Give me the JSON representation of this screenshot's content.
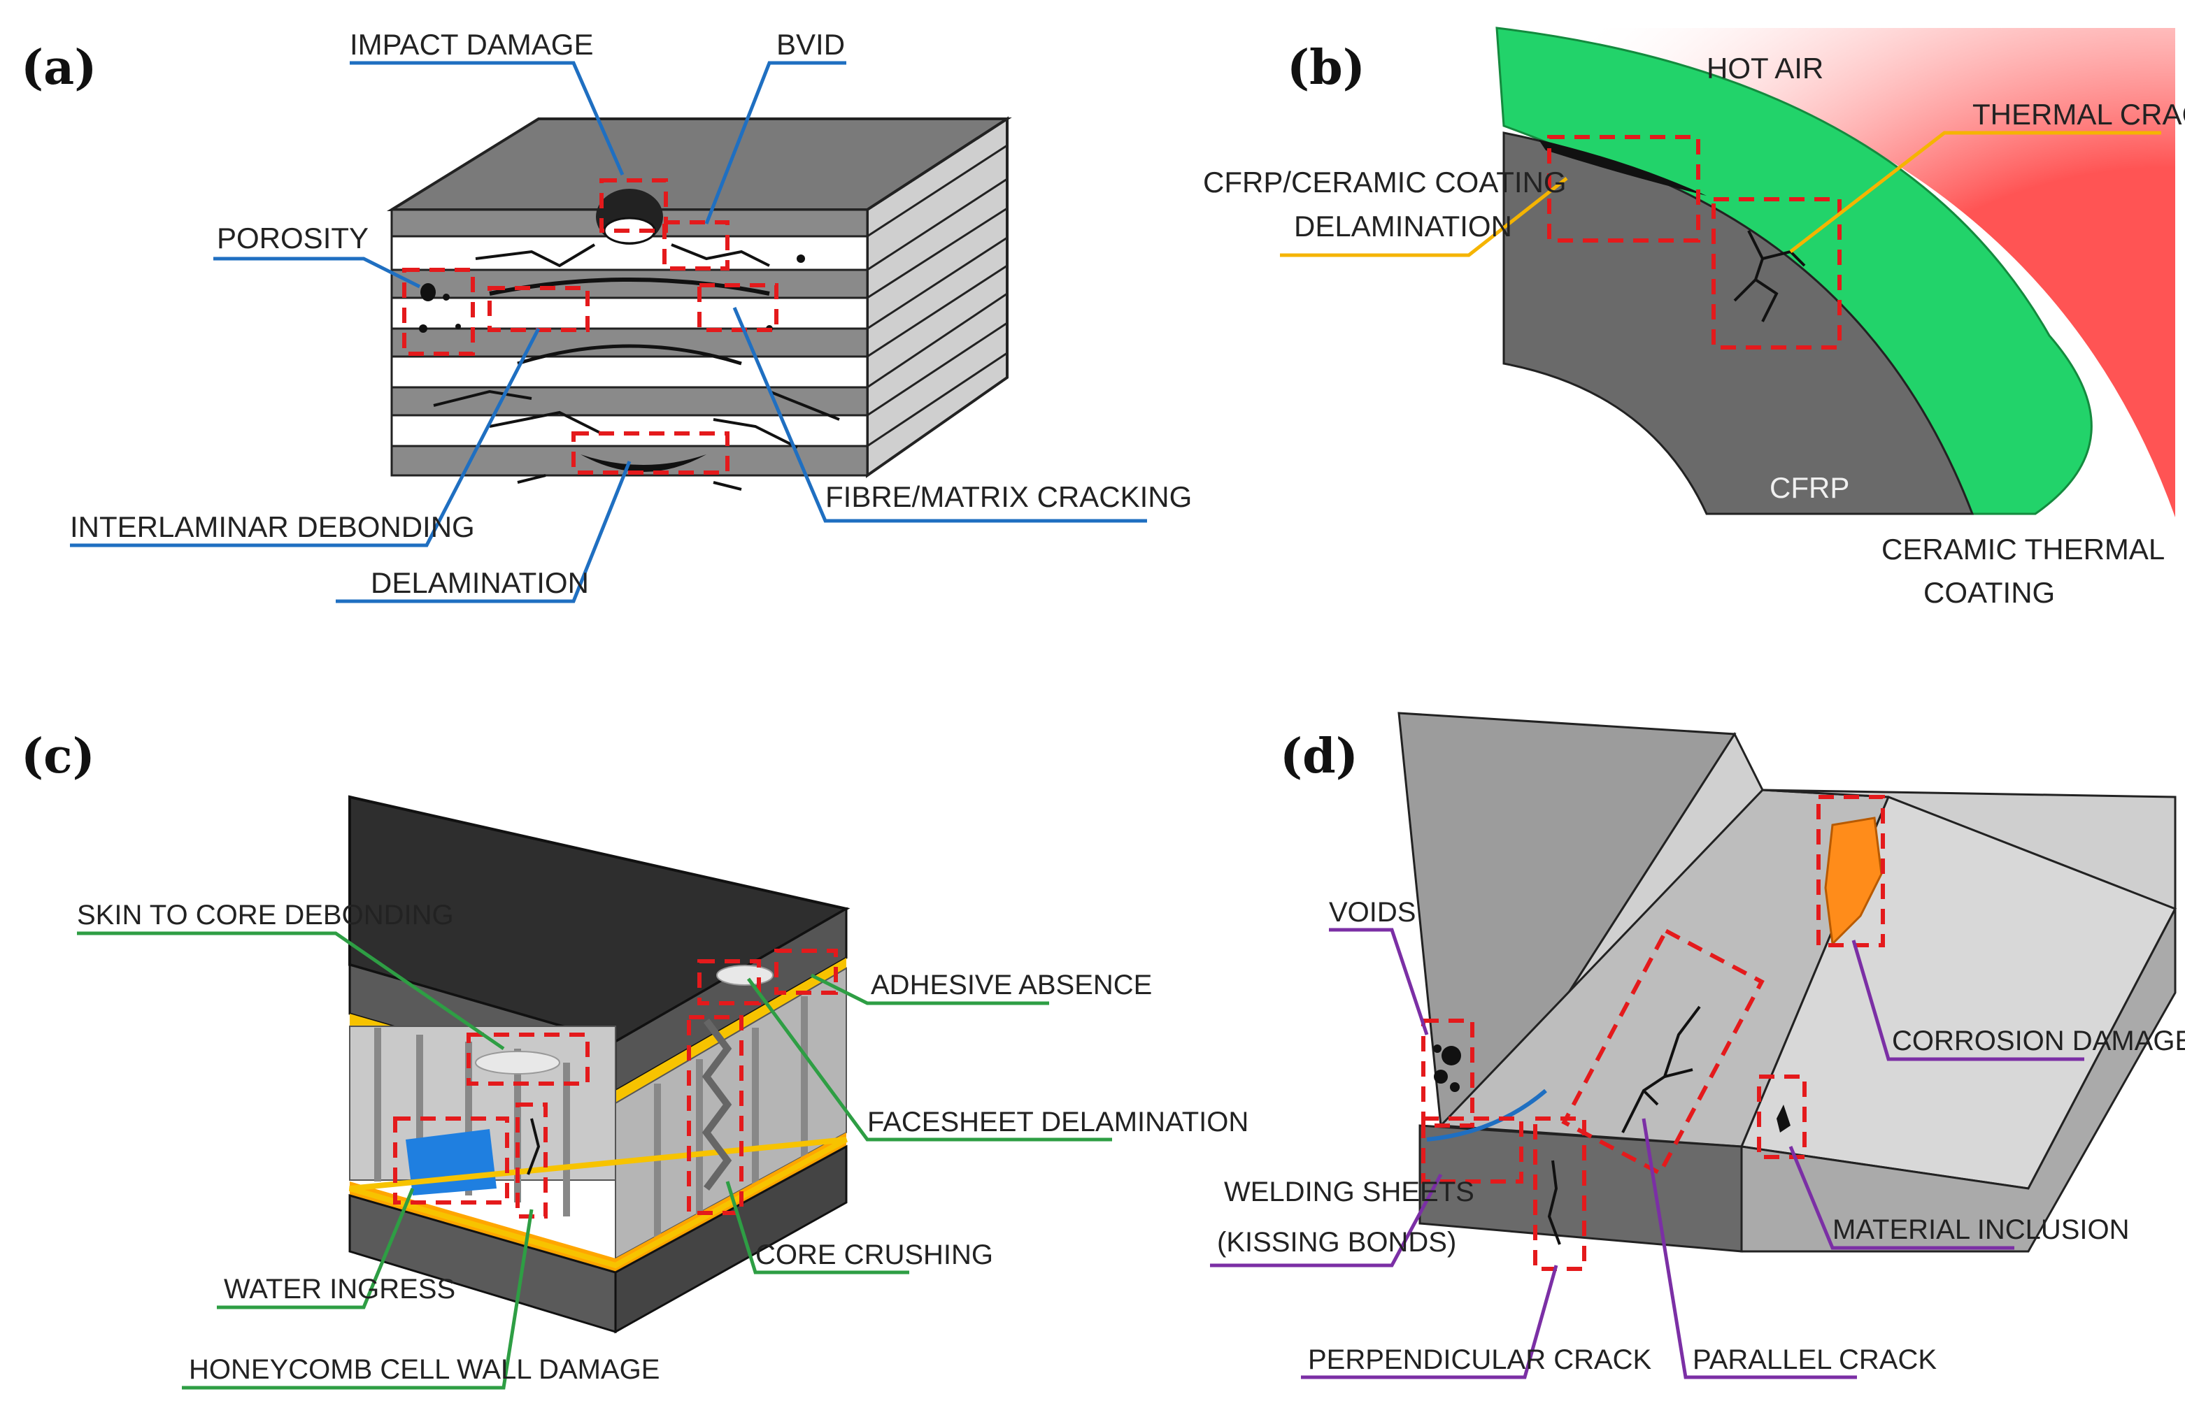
{
  "panels": {
    "a": {
      "tag": "(a)",
      "labels": {
        "impact_damage": "IMPACT DAMAGE",
        "bvid": "BVID",
        "porosity": "POROSITY",
        "interlaminar_debonding": "INTERLAMINAR DEBONDING",
        "delamination": "DELAMINATION",
        "fibre_matrix_cracking": "FIBRE/MATRIX CRACKING"
      }
    },
    "b": {
      "tag": "(b)",
      "labels": {
        "hot_air": "HOT AIR",
        "thermal_crack": "THERMAL CRACK",
        "cfrp_coating_line1": "CFRP/CERAMIC COATING",
        "cfrp_coating_line2": "DELAMINATION",
        "cfrp": "CFRP",
        "ceramic_line1": "CERAMIC THERMAL",
        "ceramic_line2": "COATING"
      }
    },
    "c": {
      "tag": "(c)",
      "labels": {
        "skin_to_core": "SKIN TO CORE DEBONDING",
        "adhesive_absence": "ADHESIVE ABSENCE",
        "facesheet_delamination": "FACESHEET DELAMINATION",
        "core_crushing": "CORE CRUSHING",
        "water_ingress": "WATER INGRESS",
        "honeycomb_damage": "HONEYCOMB CELL WALL DAMAGE"
      }
    },
    "d": {
      "tag": "(d)",
      "labels": {
        "voids": "VOIDS",
        "corrosion_damage": "CORROSION DAMAGE",
        "welding_line1": "WELDING SHEETS",
        "welding_line2": "(KISSING BONDS)",
        "material_inclusion": "MATERIAL INCLUSION",
        "perpendicular_crack": "PERPENDICULAR CRACK",
        "parallel_crack": "PARALLEL CRACK"
      }
    }
  },
  "colors": {
    "leader_a": "#1f6fc1",
    "leader_b": "#f5b400",
    "leader_c": "#2e9e44",
    "leader_d": "#7b2fa5",
    "highlight_box": "#e41a1c",
    "coating_green": "#22d36a",
    "hot_air_red": "#ff5a5a",
    "adhesive_yellow": "#f7c300",
    "adhesive_orange": "#ffa600",
    "water_blue": "#1f7fe0",
    "corrosion_orange": "#ff8c1a"
  }
}
